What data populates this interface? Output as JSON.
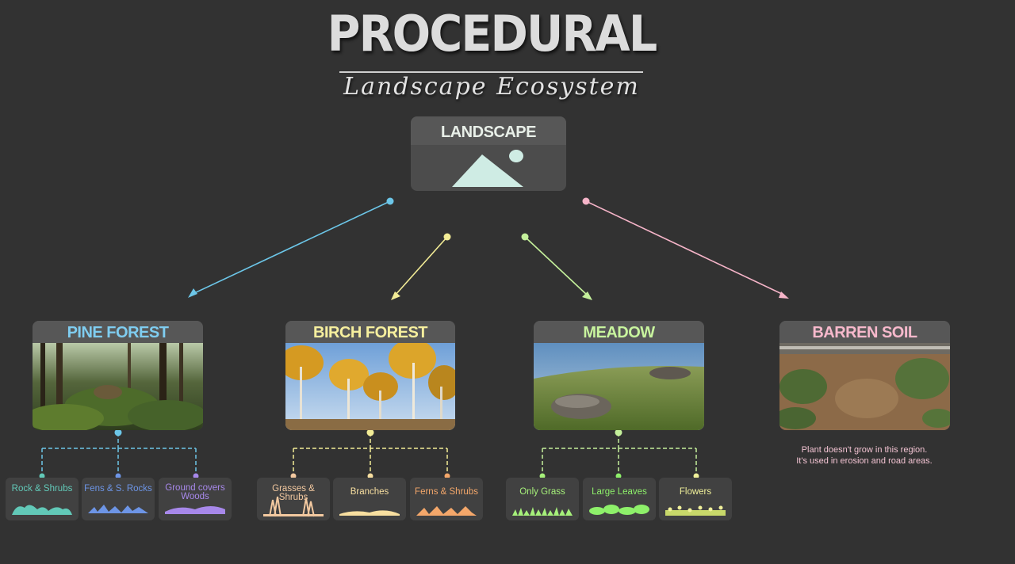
{
  "header": {
    "title": "PROCEDURAL",
    "subtitle": "Landscape Ecosystem"
  },
  "root": {
    "label": "LANDSCAPE"
  },
  "colors": {
    "background": "#323232",
    "pine": "#6cc6e8",
    "birch": "#f3ec96",
    "meadow": "#c4f09b",
    "barren": "#f5b4c8"
  },
  "biomes": [
    {
      "label": "PINE FOREST",
      "children": [
        "Rock & Shrubs",
        "Fens & S. Rocks",
        "Ground covers Woods"
      ],
      "child_colors": [
        "#62c9b8",
        "#6d95e6",
        "#a788ea"
      ]
    },
    {
      "label": "BIRCH FOREST",
      "children": [
        "Grasses & Shrubs",
        "Branches",
        "Ferns & Shrubs"
      ],
      "child_colors": [
        "#f3c9a0",
        "#f8dfa0",
        "#f4a76a"
      ]
    },
    {
      "label": "MEADOW",
      "children": [
        "Only Grass",
        "Large Leaves",
        "Flowers"
      ],
      "child_colors": [
        "#a6f07a",
        "#8ef06a",
        "#f0f09a"
      ]
    },
    {
      "label": "BARREN SOIL",
      "note": [
        "Plant doesn't grow in this region.",
        "It's used in erosion and road areas."
      ]
    }
  ]
}
